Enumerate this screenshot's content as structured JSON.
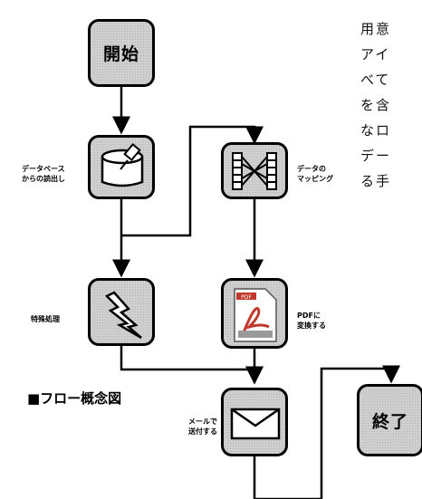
{
  "nodes": {
    "start": "開始",
    "end": "終了"
  },
  "labels": {
    "db_read": [
      "データベース",
      "からの読出し"
    ],
    "mapping": [
      "データの",
      "マッピング"
    ],
    "special": "特殊処理",
    "pdf": [
      "PDFに",
      "変換する"
    ],
    "mail": [
      "メールで",
      "送付する"
    ]
  },
  "pdf_icon_text": "PDF",
  "heading": "■フロー概念図",
  "side_text": [
    "用意",
    "アイ",
    "べて",
    "を含",
    "なロ",
    "デー",
    "る手"
  ]
}
